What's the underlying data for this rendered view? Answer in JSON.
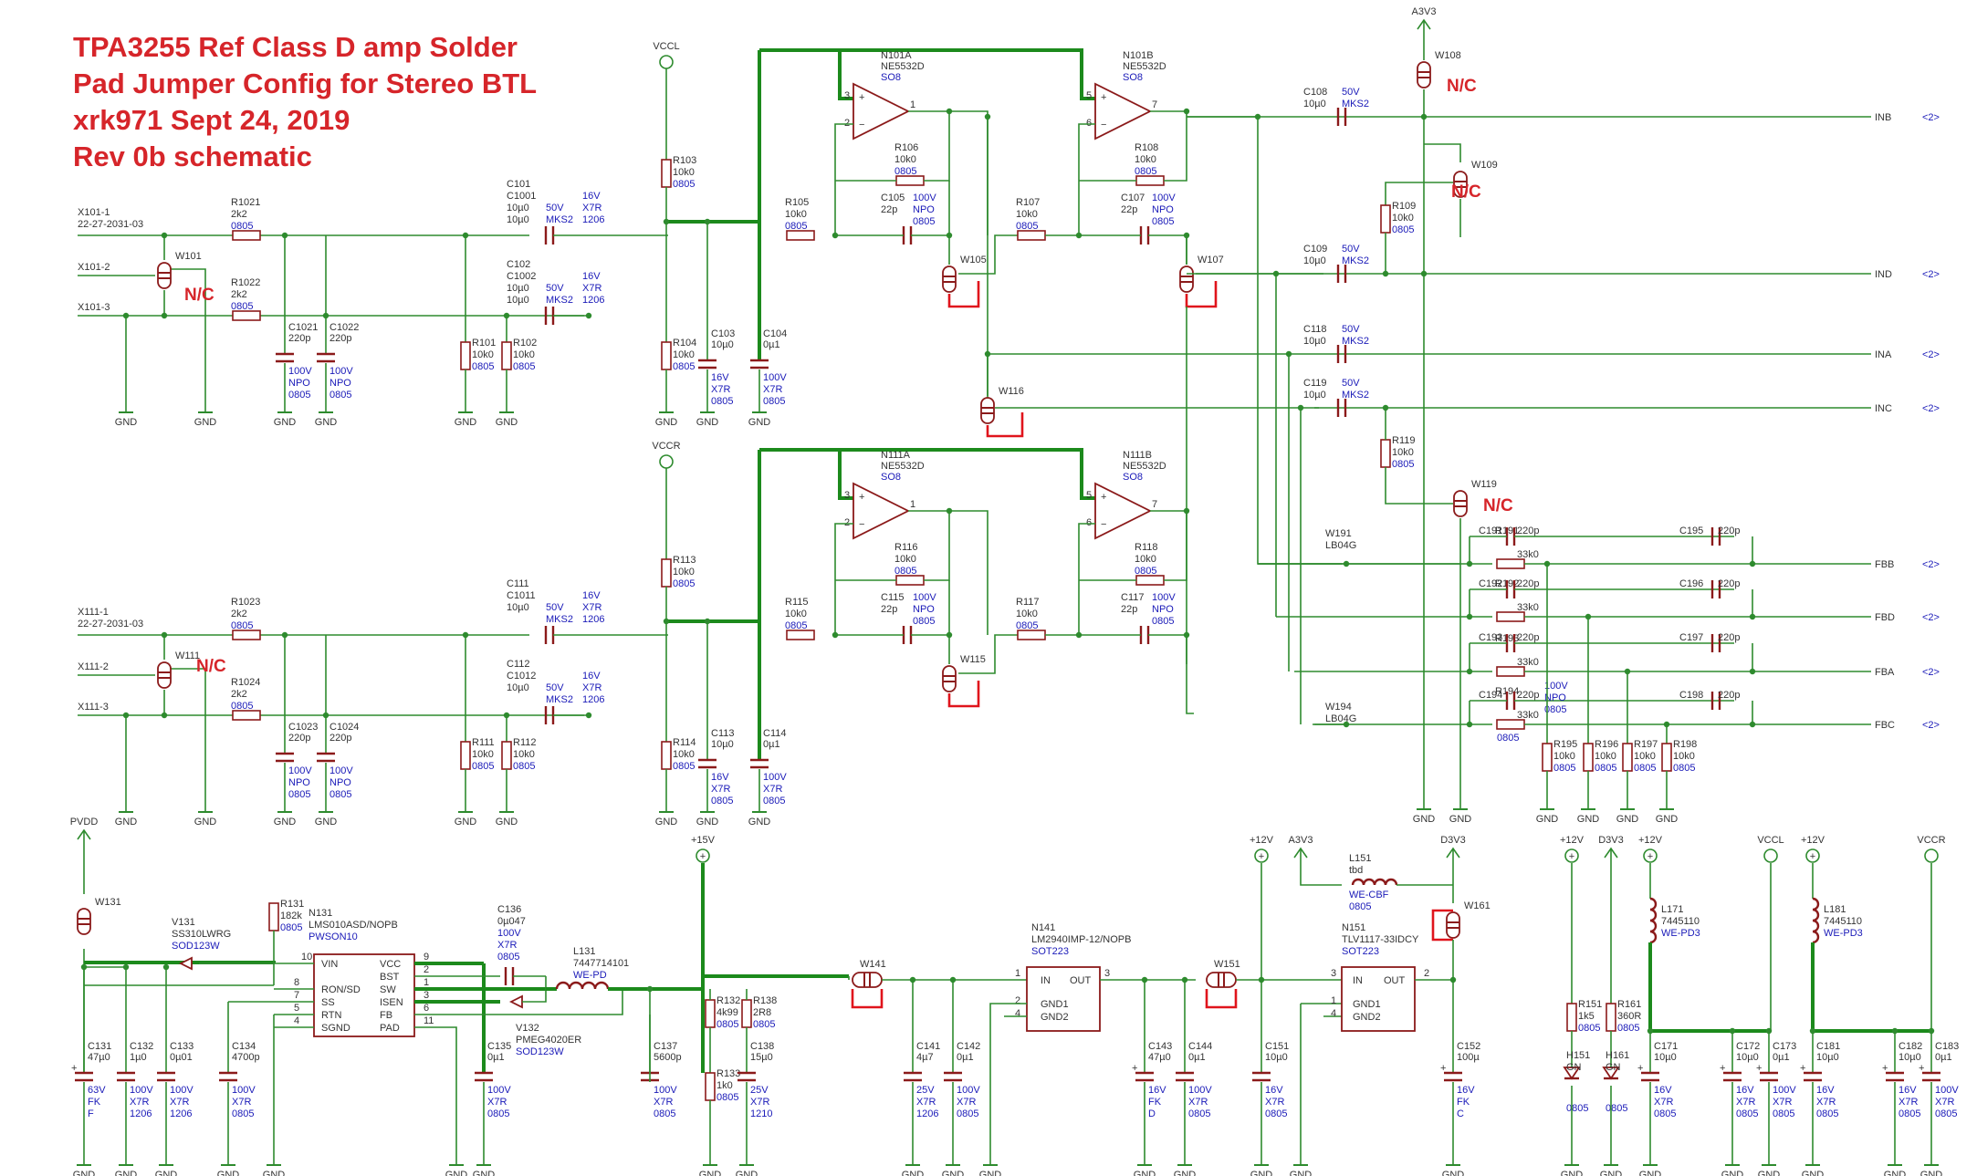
{
  "title": {
    "line1": "TPA3255 Ref Class D amp Solder",
    "line2": "Pad Jumper Config for Stereo BTL",
    "line3": "xrk971    Sept 24, 2019",
    "line4": "Rev 0b schematic"
  },
  "colors": {
    "title": "#d6252a",
    "wire": "#2e8b2e",
    "component": "#8b1a1a",
    "value_text": "#1a1ab8",
    "jumper": "#e0141c"
  },
  "nc_label": "N/C",
  "gnd": "GND",
  "power": {
    "pvdd": "PVDD",
    "p15": "+15V",
    "p12": "+12V",
    "a3v3": "A3V3",
    "d3v3": "D3V3",
    "vccl": "VCCL",
    "vccr": "VCCR"
  },
  "connectors": {
    "x101_1": "X101-1",
    "x101_part": "22-27-2031-03",
    "x101_2": "X101-2",
    "x101_3": "X101-3",
    "x111_1": "X111-1",
    "x111_part": "22-27-2031-03",
    "x111_2": "X111-2",
    "x111_3": "X111-3"
  },
  "opamps": {
    "n101a": [
      "N101A",
      "NE5532D",
      "SO8"
    ],
    "n101b": [
      "N101B",
      "NE5532D",
      "SO8"
    ],
    "n111a": [
      "N111A",
      "NE5532D",
      "SO8"
    ],
    "n111b": [
      "N111B",
      "NE5532D",
      "SO8"
    ]
  },
  "outputs": {
    "inb": "INB",
    "ind": "IND",
    "ina": "INA",
    "inc": "INC",
    "fbb": "FBB",
    "fbd": "FBD",
    "fba": "FBA",
    "fbc": "FBC",
    "ref": "<2>"
  },
  "bottom_ics": {
    "n131": [
      "N131",
      "LMS010ASD/NOPB",
      "PWSON10"
    ],
    "n131_pins": [
      "VIN",
      "VCC",
      "BST",
      "SW",
      "RON/SD",
      "ISEN",
      "SS",
      "FB",
      "RTN",
      "PAD",
      "SGND"
    ],
    "n141": [
      "N141",
      "LM2940IMP-12/NOPB",
      "SOT223"
    ],
    "n141_pins": [
      "IN",
      "OUT",
      "GND1",
      "GND2"
    ],
    "n151": [
      "N151",
      "TLV1117-33IDCY",
      "SOT223"
    ],
    "n151_pins": [
      "IN",
      "OUT",
      "GND1",
      "GND2"
    ],
    "v131": [
      "V131",
      "SS310LWRG",
      "SOD123W"
    ],
    "v132": [
      "V132",
      "PMEG4020ER",
      "SOD123W"
    ],
    "l131": [
      "L131",
      "7447714101",
      "WE-PD"
    ],
    "l151": [
      "L151",
      "tbd",
      "WE-CBF",
      "0805"
    ],
    "l171": [
      "L171",
      "7445110",
      "WE-PD3"
    ],
    "l181": [
      "L181",
      "7445110",
      "WE-PD3"
    ],
    "w161": "W161",
    "h151": [
      "H151",
      "GN",
      "0805"
    ],
    "h161": [
      "H161",
      "GN",
      "0805"
    ]
  },
  "parts": [
    [
      "R1021",
      "2k2",
      "0805"
    ],
    [
      "R1022",
      "2k2",
      "0805"
    ],
    [
      "C101",
      "C1001",
      "10µ0",
      "10µ0",
      "50V",
      "MKS2",
      "16V",
      "X7R",
      "1206"
    ],
    [
      "C102",
      "C1002",
      "10µ0",
      "10µ0",
      "50V",
      "MKS2",
      "16V",
      "X7R",
      "1206"
    ],
    [
      "C1021",
      "220p",
      "100V",
      "NPO",
      "0805"
    ],
    [
      "C1022",
      "220p",
      "100V",
      "NPO",
      "0805"
    ],
    [
      "R101",
      "10k0",
      "0805"
    ],
    [
      "R102",
      "10k0",
      "0805"
    ],
    [
      "R103",
      "10k0",
      "0805"
    ],
    [
      "R104",
      "10k0",
      "0805"
    ],
    [
      "C103",
      "10µ0",
      "16V",
      "X7R",
      "0805"
    ],
    [
      "C104",
      "0µ1",
      "100V",
      "X7R",
      "0805"
    ],
    [
      "R105",
      "10k0",
      "0805"
    ],
    [
      "R106",
      "10k0",
      "0805"
    ],
    [
      "C105",
      "22p",
      "100V",
      "NPO",
      "0805"
    ],
    [
      "R107",
      "10k0",
      "0805"
    ],
    [
      "R108",
      "10k0",
      "0805"
    ],
    [
      "C107",
      "22p",
      "100V",
      "NPO",
      "0805"
    ],
    [
      "W101"
    ],
    [
      "W105"
    ],
    [
      "W107"
    ],
    [
      "W108"
    ],
    [
      "W109"
    ],
    [
      "W116"
    ],
    [
      "W119"
    ],
    [
      "W111"
    ],
    [
      "W115"
    ],
    [
      "C108",
      "10µ0",
      "50V",
      "MKS2"
    ],
    [
      "C109",
      "10µ0",
      "50V",
      "MKS2"
    ],
    [
      "C118",
      "10µ0",
      "50V",
      "MKS2"
    ],
    [
      "C119",
      "10µ0",
      "50V",
      "MKS2"
    ],
    [
      "R109",
      "10k0",
      "0805"
    ],
    [
      "R119",
      "10k0",
      "0805"
    ],
    [
      "W191",
      "LB04G"
    ],
    [
      "W194",
      "LB04G"
    ],
    [
      "C191",
      "220p"
    ],
    [
      "C192",
      "220p"
    ],
    [
      "C193",
      "220p"
    ],
    [
      "C194",
      "220p",
      "100V",
      "NPO",
      "0805"
    ],
    [
      "C195",
      "220p"
    ],
    [
      "C196",
      "220p"
    ],
    [
      "C197",
      "220p"
    ],
    [
      "C198",
      "220p"
    ],
    [
      "R191",
      "33k0"
    ],
    [
      "R192",
      "33k0"
    ],
    [
      "R193",
      "33k0"
    ],
    [
      "R194",
      "33k0",
      "0805"
    ],
    [
      "R195",
      "10k0",
      "0805"
    ],
    [
      "R196",
      "10k0",
      "0805"
    ],
    [
      "R197",
      "10k0",
      "0805"
    ],
    [
      "R198",
      "10k0",
      "0805"
    ],
    [
      "R1023",
      "2k2",
      "0805"
    ],
    [
      "R1024",
      "2k2",
      "0805"
    ],
    [
      "C111",
      "C1011",
      "10µ0",
      "50V",
      "MKS2",
      "16V",
      "X7R",
      "1206"
    ],
    [
      "C112",
      "C1012",
      "10µ0",
      "50V",
      "MKS2",
      "16V",
      "X7R",
      "1206"
    ],
    [
      "C1023",
      "220p",
      "100V",
      "NPO",
      "0805"
    ],
    [
      "C1024",
      "220p",
      "100V",
      "NPO",
      "0805"
    ],
    [
      "R111",
      "10k0",
      "0805"
    ],
    [
      "R112",
      "10k0",
      "0805"
    ],
    [
      "R113",
      "10k0",
      "0805"
    ],
    [
      "R114",
      "10k0",
      "0805"
    ],
    [
      "C113",
      "10µ0",
      "16V",
      "X7R",
      "0805"
    ],
    [
      "C114",
      "0µ1",
      "100V",
      "X7R",
      "0805"
    ],
    [
      "R115",
      "10k0",
      "0805"
    ],
    [
      "R116",
      "10k0",
      "0805"
    ],
    [
      "C115",
      "22p",
      "100V",
      "NPO",
      "0805"
    ],
    [
      "R117",
      "10k0",
      "0805"
    ],
    [
      "R118",
      "10k0",
      "0805"
    ],
    [
      "C117",
      "22p",
      "100V",
      "NPO",
      "0805"
    ],
    [
      "W131"
    ],
    [
      "R131",
      "182k",
      "0805"
    ],
    [
      "C131",
      "47µ0",
      "63V",
      "FK",
      "F"
    ],
    [
      "C132",
      "1µ0",
      "100V",
      "X7R",
      "1206"
    ],
    [
      "C133",
      "0µ01",
      "100V",
      "X7R",
      "1206"
    ],
    [
      "C134",
      "4700p",
      "100V",
      "X7R",
      "0805"
    ],
    [
      "C135",
      "0µ1",
      "100V",
      "X7R",
      "0805"
    ],
    [
      "C136",
      "0µ047",
      "100V",
      "X7R",
      "0805"
    ],
    [
      "C137",
      "5600p",
      "100V",
      "X7R",
      "0805"
    ],
    [
      "R132",
      "4k99",
      "0805"
    ],
    [
      "R133",
      "1k0",
      "0805"
    ],
    [
      "R138",
      "2R8",
      "0805"
    ],
    [
      "C138",
      "15µ0",
      "25V",
      "X7R",
      "1210"
    ],
    [
      "W141"
    ],
    [
      "C141",
      "4µ7",
      "25V",
      "X7R",
      "1206"
    ],
    [
      "C142",
      "0µ1",
      "100V",
      "X7R",
      "0805"
    ],
    [
      "C143",
      "47µ0",
      "16V",
      "FK",
      "D"
    ],
    [
      "C144",
      "0µ1",
      "100V",
      "X7R",
      "0805"
    ],
    [
      "W151"
    ],
    [
      "C151",
      "10µ0",
      "16V",
      "X7R",
      "0805"
    ],
    [
      "C152",
      "100µ",
      "16V",
      "FK",
      "C"
    ],
    [
      "R151",
      "1k5",
      "0805"
    ],
    [
      "R161",
      "360R",
      "0805"
    ],
    [
      "C171",
      "10µ0",
      "16V",
      "X7R",
      "0805"
    ],
    [
      "C172",
      "10µ0",
      "16V",
      "X7R",
      "0805"
    ],
    [
      "C173",
      "0µ1",
      "100V",
      "X7R",
      "0805"
    ],
    [
      "C181",
      "10µ0",
      "16V",
      "X7R",
      "0805"
    ],
    [
      "C182",
      "10µ0",
      "16V",
      "X7R",
      "0805"
    ],
    [
      "C183",
      "0µ1",
      "100V",
      "X7R",
      "0805"
    ]
  ]
}
